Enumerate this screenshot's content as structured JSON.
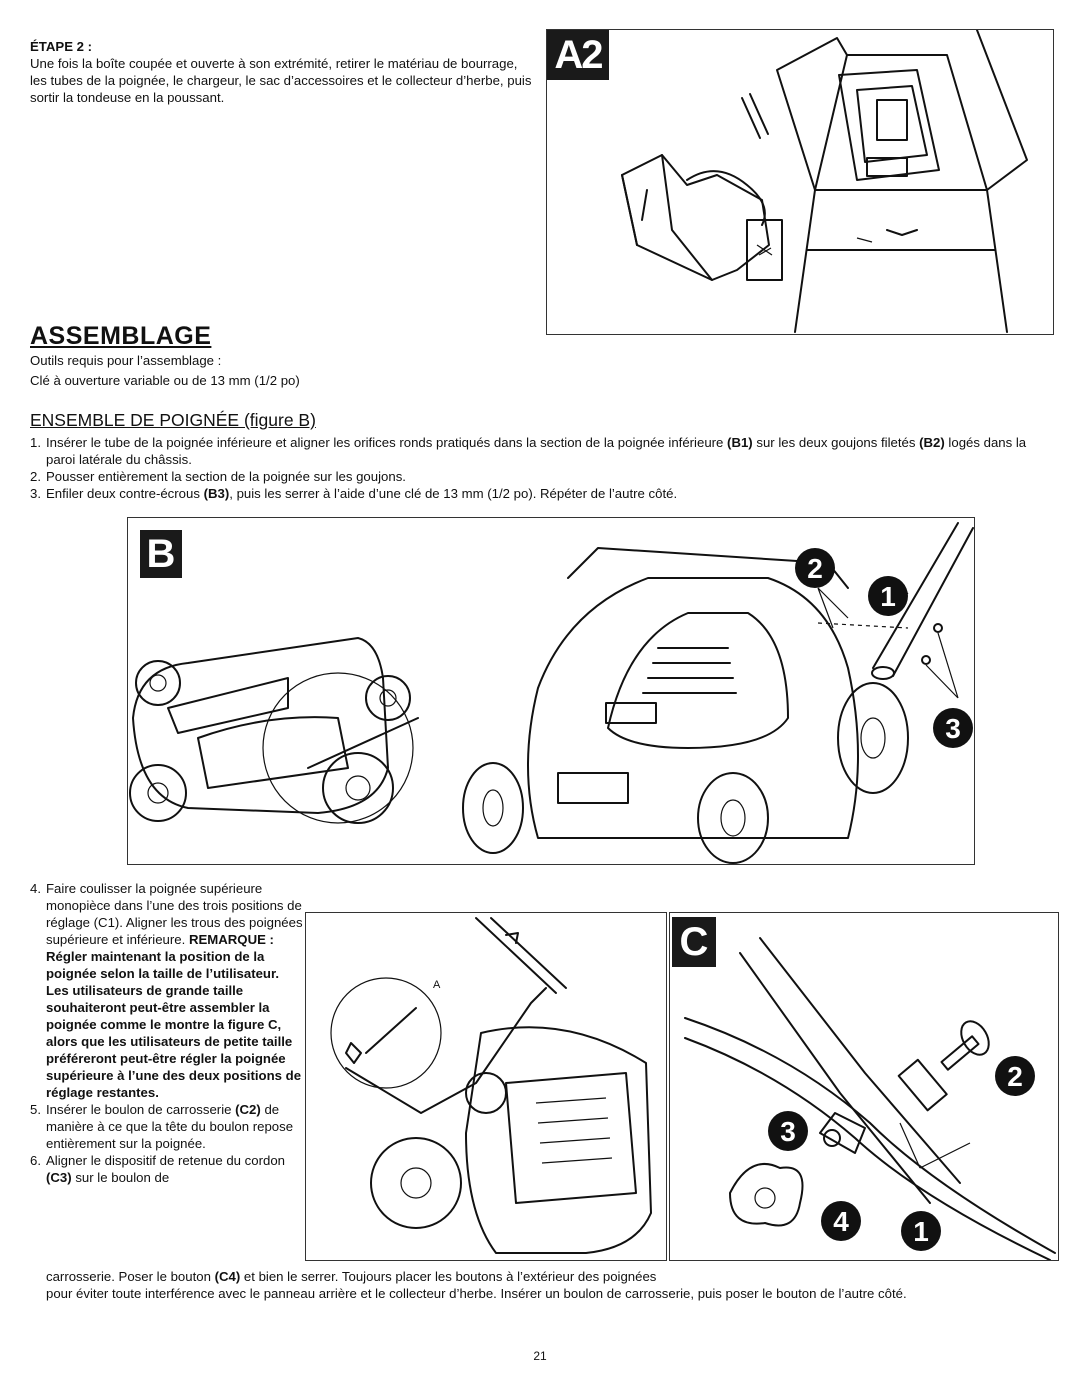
{
  "etape2": {
    "title": "ÉTAPE 2 :",
    "text": "Une fois la boîte coupée et ouverte à son extrémité, retirer le matériau de bourrage, les tubes de la poignée, le chargeur, le sac d’accessoires et le collecteur d’herbe, puis sortir la tondeuse en la poussant."
  },
  "figA2": {
    "label": "A2"
  },
  "assemblage": {
    "heading": "ASSEMBLAGE",
    "tools_line1": "Outils requis pour l’assemblage :",
    "tools_line2": "Clé à ouverture variable ou de 13 mm (1/2 po)"
  },
  "ensemble": {
    "heading": "ENSEMBLE DE POIGNÉE (figure B)",
    "steps": [
      {
        "num": "1.",
        "a": "Insérer le tube de la poignée inférieure et aligner les orifices ronds pratiqués dans la section de la poignée inférieure ",
        "b1": "(B1)",
        "c": " sur les deux goujons filetés ",
        "b2": "(B2)",
        "d": " logés dans la paroi latérale du châssis."
      },
      {
        "num": "2.",
        "text": "Pousser entièrement la section de la poignée sur les goujons."
      },
      {
        "num": "3.",
        "a": "Enfiler deux contre-écrous ",
        "b3": "(B3)",
        "c": ", puis les serrer à l’aide d’une clé de 13 mm (1/2 po). Répéter de l’autre côté."
      }
    ]
  },
  "figB": {
    "label": "B",
    "callouts": [
      "2",
      "1",
      "3"
    ]
  },
  "step4": {
    "num": "4.",
    "text": "Faire coulisser la poignée supérieure monopièce dans l’une des trois positions de réglage (C1). Aligner les trous des poignées supérieure et inférieure. ",
    "remarque": "REMARQUE : Régler maintenant la position de la poignée selon la taille de l’utilisateur. Les utilisateurs de grande taille souhaiteront peut-être assembler la poignée comme le montre la figure C, alors que les utilisateurs de petite taille préféreront peut-être régler la poignée supérieure à l’une des deux positions de réglage restantes."
  },
  "step5": {
    "num": "5.",
    "a": "Insérer le boulon de carrosserie ",
    "c2": "(C2)",
    "b": " de manière à ce que la tête du boulon repose entièrement sur la poignée."
  },
  "step6": {
    "num": "6.",
    "a": "Aligner le dispositif de retenue du cordon ",
    "c3": "(C3)",
    "b": " sur le boulon de",
    "line2a": "carrosserie. Poser le bouton ",
    "c4": "(C4)",
    "line2b": " et bien le serrer. Toujours placer les boutons à l’extérieur des poignées",
    "line3": "pour éviter toute interférence avec le panneau arrière et le collecteur d’herbe. Insérer un boulon de carrosserie, puis poser le bouton de l’autre côté."
  },
  "figC": {
    "label": "C",
    "inset_label": "A",
    "callouts": [
      "2",
      "3",
      "4",
      "1"
    ]
  },
  "page_number": "21"
}
